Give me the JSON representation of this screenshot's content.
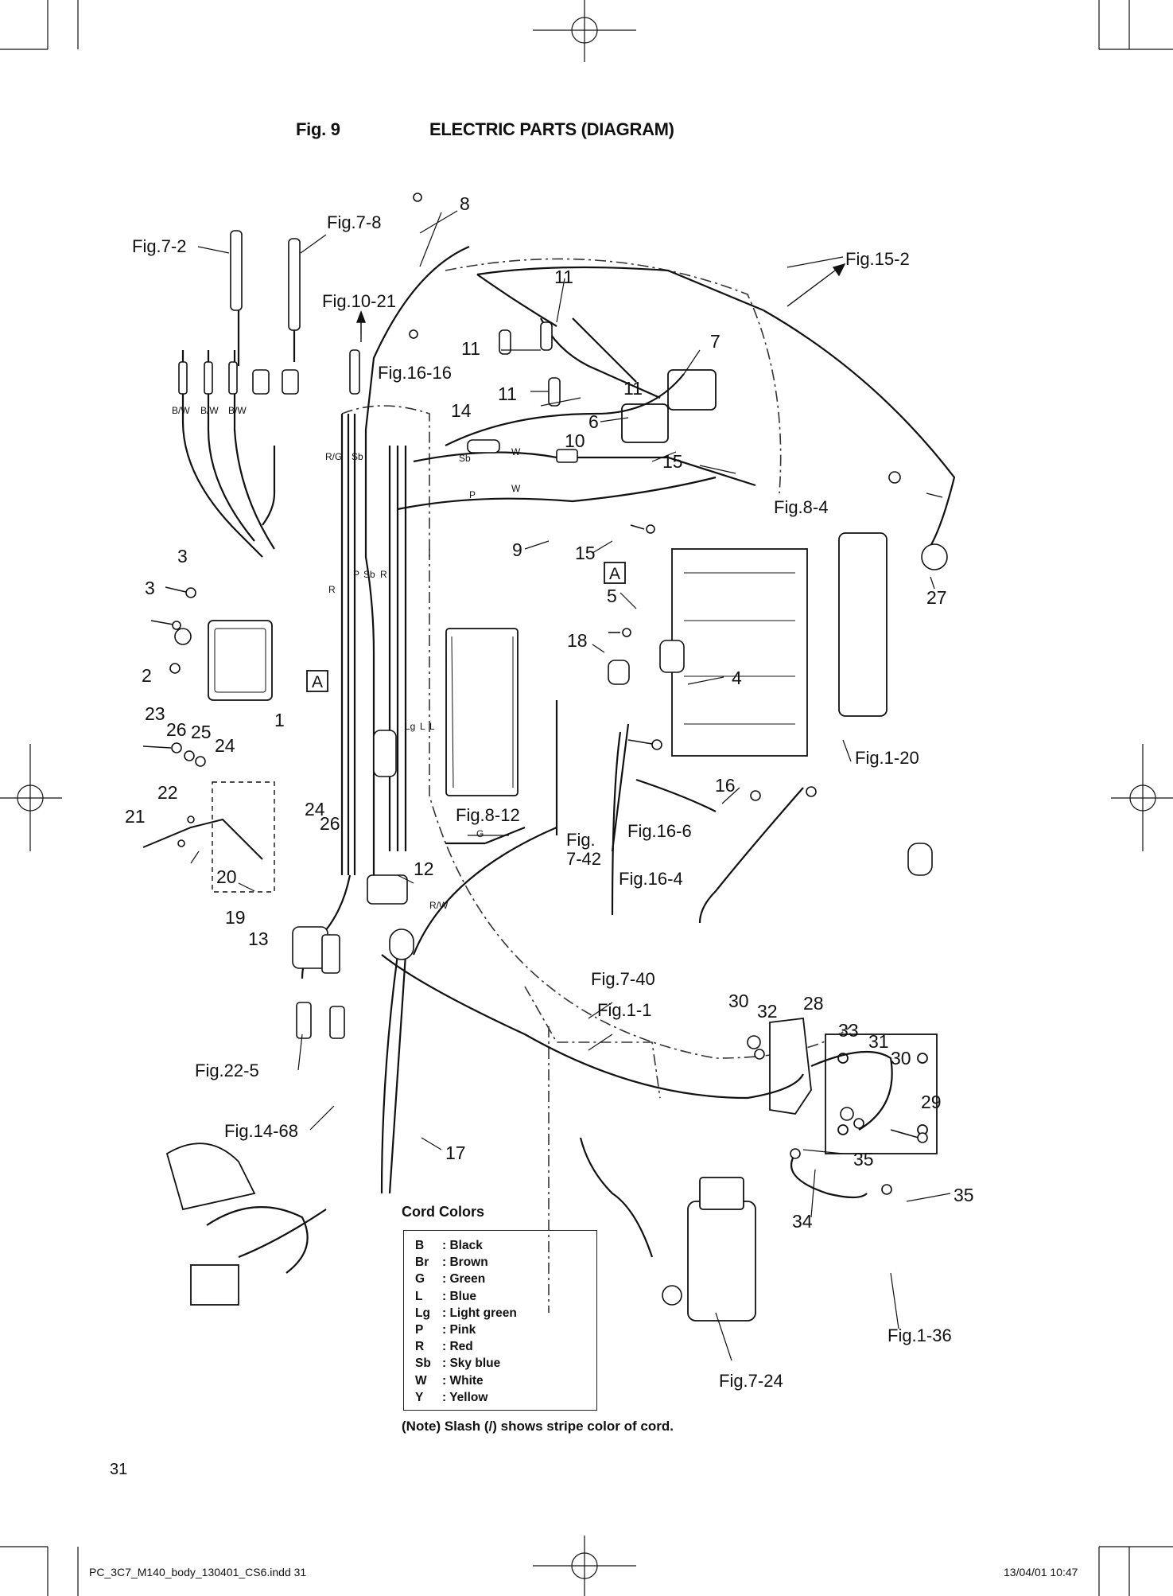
{
  "header": {
    "fig_number": "Fig. 9",
    "title": "ELECTRIC PARTS (DIAGRAM)"
  },
  "part_numbers": [
    "1",
    "2",
    "3",
    "3",
    "4",
    "5",
    "6",
    "7",
    "8",
    "9",
    "10",
    "11",
    "11",
    "11",
    "11",
    "12",
    "13",
    "14",
    "15",
    "15",
    "16",
    "17",
    "18",
    "19",
    "20",
    "21",
    "22",
    "23",
    "24",
    "24",
    "25",
    "26",
    "26",
    "27",
    "28",
    "29",
    "30",
    "30",
    "31",
    "32",
    "33",
    "34",
    "35",
    "35"
  ],
  "figure_refs": [
    "Fig.7-2",
    "Fig.7-8",
    "Fig.10-21",
    "Fig.16-16",
    "Fig.15-2",
    "Fig.8-4",
    "Fig.1-20",
    "Fig.8-12",
    "Fig.",
    "7-42",
    "Fig.16-6",
    "Fig.16-4",
    "Fig.7-40",
    "Fig.1-1",
    "Fig.22-5",
    "Fig.14-68",
    "Fig.1-36",
    "Fig.7-24"
  ],
  "wire_codes": [
    "B/W",
    "B/W",
    "B/W",
    "R/G",
    "Sb",
    "Sb",
    "W",
    "W",
    "P",
    "R",
    "P",
    "Sb",
    "R",
    "Lg",
    "L",
    "L",
    "G",
    "R/W"
  ],
  "callouts": [
    "A",
    "A"
  ],
  "legend": {
    "heading": "Cord Colors",
    "rows": [
      {
        "code": "B",
        "name": ": Black"
      },
      {
        "code": "Br",
        "name": ": Brown"
      },
      {
        "code": "G",
        "name": ": Green"
      },
      {
        "code": "L",
        "name": ": Blue"
      },
      {
        "code": "Lg",
        "name": ": Light green"
      },
      {
        "code": "P",
        "name": ": Pink"
      },
      {
        "code": "R",
        "name": ": Red"
      },
      {
        "code": "Sb",
        "name": ": Sky blue"
      },
      {
        "code": "W",
        "name": ": White"
      },
      {
        "code": "Y",
        "name": ": Yellow"
      }
    ]
  },
  "note": "(Note) Slash (/) shows stripe color of cord.",
  "page_number": "31",
  "slug": {
    "file": "PC_3C7_M140_body_130401_CS6.indd   31",
    "timestamp": "13/04/01   10:47"
  }
}
